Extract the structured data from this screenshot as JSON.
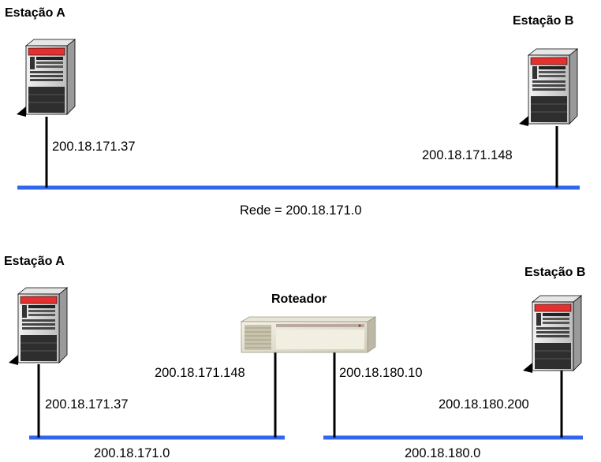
{
  "diagram_top": {
    "station_a": {
      "title": "Estação A",
      "ip": "200.18.171.37"
    },
    "station_b": {
      "title": "Estação B",
      "ip": "200.18.171.148"
    },
    "network_label": "Rede = 200.18.171.0"
  },
  "diagram_bottom": {
    "station_a": {
      "title": "Estação A",
      "ip": "200.18.171.37"
    },
    "station_b": {
      "title": "Estação B",
      "ip": "200.18.180.200"
    },
    "router": {
      "title": "Roteador",
      "ip_left": "200.18.171.148",
      "ip_right": "200.18.180.10"
    },
    "network_left_label": "200.18.171.0",
    "network_right_label": "200.18.180.0"
  },
  "colors": {
    "network_line": "#3366ee",
    "server_red": "#e53030",
    "server_body": "#d8d8d8"
  },
  "icons": {
    "station": "server-tower-icon",
    "router": "router-icon"
  }
}
